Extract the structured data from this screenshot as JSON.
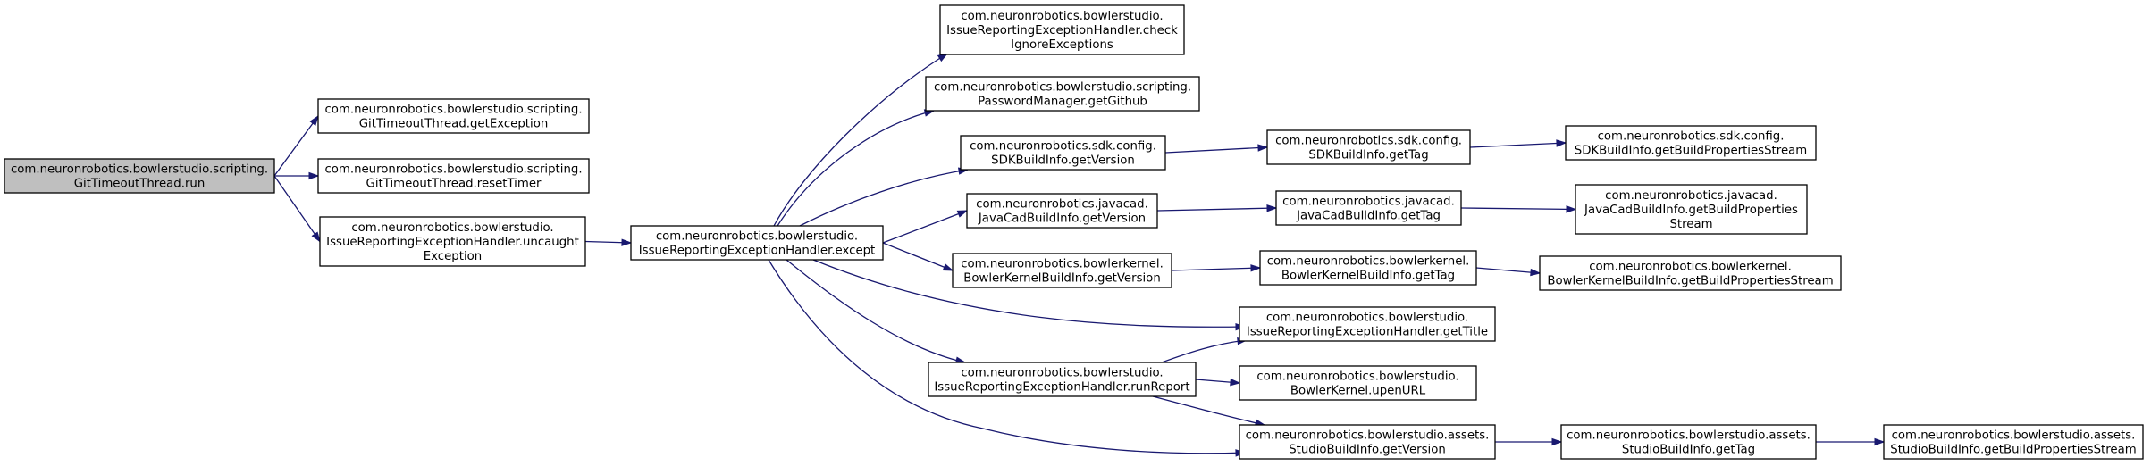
{
  "colors": {
    "edge": "#191970",
    "root_fill": "#bfbfbf",
    "node_fill": "#ffffff",
    "border": "#000000"
  },
  "nodes": {
    "run": {
      "lines": [
        "com.neuronrobotics.bowlerstudio.scripting.",
        "GitTimeoutThread.run"
      ]
    },
    "getException": {
      "lines": [
        "com.neuronrobotics.bowlerstudio.scripting.",
        "GitTimeoutThread.getException"
      ]
    },
    "resetTimer": {
      "lines": [
        "com.neuronrobotics.bowlerstudio.scripting.",
        "GitTimeoutThread.resetTimer"
      ]
    },
    "uncaughtException": {
      "lines": [
        "com.neuronrobotics.bowlerstudio.",
        "IssueReportingExceptionHandler.uncaught",
        "Exception"
      ]
    },
    "except": {
      "lines": [
        "com.neuronrobotics.bowlerstudio.",
        "IssueReportingExceptionHandler.except"
      ]
    },
    "checkIgnoreExceptions": {
      "lines": [
        "com.neuronrobotics.bowlerstudio.",
        "IssueReportingExceptionHandler.check",
        "IgnoreExceptions"
      ]
    },
    "getGithub": {
      "lines": [
        "com.neuronrobotics.bowlerstudio.scripting.",
        "PasswordManager.getGithub"
      ]
    },
    "sdkGetVersion": {
      "lines": [
        "com.neuronrobotics.sdk.config.",
        "SDKBuildInfo.getVersion"
      ]
    },
    "sdkGetTag": {
      "lines": [
        "com.neuronrobotics.sdk.config.",
        "SDKBuildInfo.getTag"
      ]
    },
    "sdkGetProps": {
      "lines": [
        "com.neuronrobotics.sdk.config.",
        "SDKBuildInfo.getBuildPropertiesStream"
      ]
    },
    "jcGetVersion": {
      "lines": [
        "com.neuronrobotics.javacad.",
        "JavaCadBuildInfo.getVersion"
      ]
    },
    "jcGetTag": {
      "lines": [
        "com.neuronrobotics.javacad.",
        "JavaCadBuildInfo.getTag"
      ]
    },
    "jcGetProps": {
      "lines": [
        "com.neuronrobotics.javacad.",
        "JavaCadBuildInfo.getBuildProperties",
        "Stream"
      ]
    },
    "bkGetVersion": {
      "lines": [
        "com.neuronrobotics.bowlerkernel.",
        "BowlerKernelBuildInfo.getVersion"
      ]
    },
    "bkGetTag": {
      "lines": [
        "com.neuronrobotics.bowlerkernel.",
        "BowlerKernelBuildInfo.getTag"
      ]
    },
    "bkGetProps": {
      "lines": [
        "com.neuronrobotics.bowlerkernel.",
        "BowlerKernelBuildInfo.getBuildPropertiesStream"
      ]
    },
    "getTitle": {
      "lines": [
        "com.neuronrobotics.bowlerstudio.",
        "IssueReportingExceptionHandler.getTitle"
      ]
    },
    "runReport": {
      "lines": [
        "com.neuronrobotics.bowlerstudio.",
        "IssueReportingExceptionHandler.runReport"
      ]
    },
    "upenURL": {
      "lines": [
        "com.neuronrobotics.bowlerstudio.",
        "BowlerKernel.upenURL"
      ]
    },
    "sbGetVersion": {
      "lines": [
        "com.neuronrobotics.bowlerstudio.assets.",
        "StudioBuildInfo.getVersion"
      ]
    },
    "sbGetTag": {
      "lines": [
        "com.neuronrobotics.bowlerstudio.assets.",
        "StudioBuildInfo.getTag"
      ]
    },
    "sbGetProps": {
      "lines": [
        "com.neuronrobotics.bowlerstudio.assets.",
        "StudioBuildInfo.getBuildPropertiesStream"
      ]
    }
  },
  "edges": [
    [
      "run",
      "getException"
    ],
    [
      "run",
      "resetTimer"
    ],
    [
      "run",
      "uncaughtException"
    ],
    [
      "uncaughtException",
      "except"
    ],
    [
      "except",
      "checkIgnoreExceptions"
    ],
    [
      "except",
      "getGithub"
    ],
    [
      "except",
      "sdkGetVersion"
    ],
    [
      "except",
      "jcGetVersion"
    ],
    [
      "except",
      "bkGetVersion"
    ],
    [
      "except",
      "getTitle"
    ],
    [
      "except",
      "runReport"
    ],
    [
      "except",
      "sbGetVersion"
    ],
    [
      "sdkGetVersion",
      "sdkGetTag"
    ],
    [
      "sdkGetTag",
      "sdkGetProps"
    ],
    [
      "jcGetVersion",
      "jcGetTag"
    ],
    [
      "jcGetTag",
      "jcGetProps"
    ],
    [
      "bkGetVersion",
      "bkGetTag"
    ],
    [
      "bkGetTag",
      "bkGetProps"
    ],
    [
      "runReport",
      "getTitle"
    ],
    [
      "runReport",
      "upenURL"
    ],
    [
      "runReport",
      "sbGetVersion"
    ],
    [
      "sbGetVersion",
      "sbGetTag"
    ],
    [
      "sbGetTag",
      "sbGetProps"
    ]
  ]
}
